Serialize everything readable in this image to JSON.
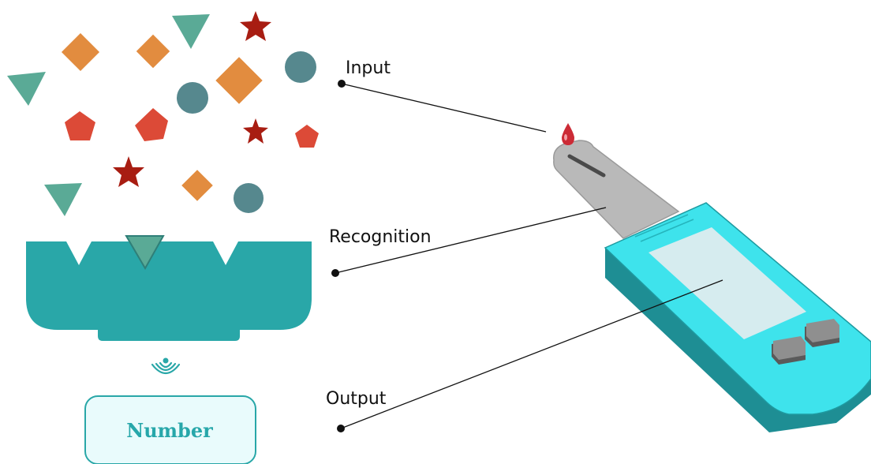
{
  "labels": {
    "input": "Input",
    "recognition": "Recognition",
    "output": "Output"
  },
  "output_box": {
    "text": "Number"
  },
  "colors": {
    "teal_receptor": "#29a7a8",
    "device_body": "#3ee3ec",
    "device_shadow": "#1e8e94",
    "device_screen": "#d6ecef",
    "strip": "#b9b9b9",
    "orange": "#e28c3f",
    "red": "#dc4a37",
    "dark_red": "#a81d12",
    "teal_green": "#5aaa96",
    "slate": "#56888e",
    "blood": "#cc2b36"
  },
  "icons": [
    "wireless-signal-icon",
    "blood-drop-icon"
  ]
}
